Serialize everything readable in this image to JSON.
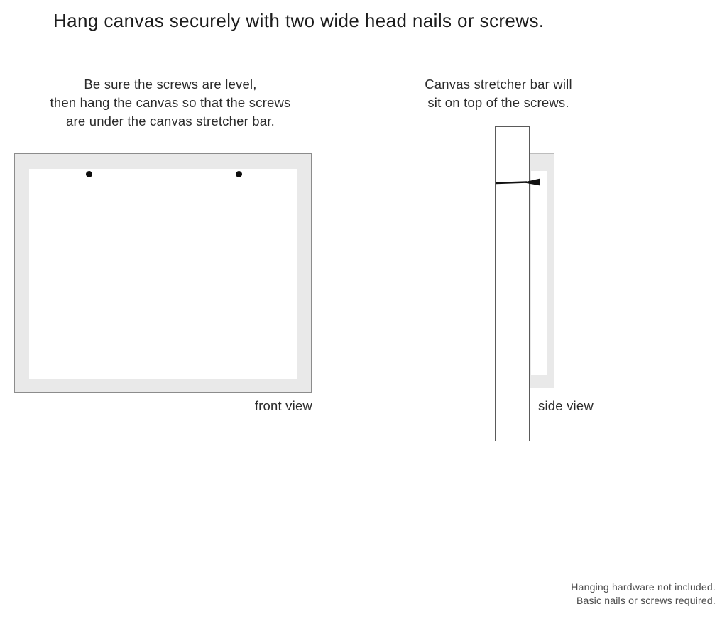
{
  "title": "Hang canvas securely with two wide head nails or screws.",
  "notes": {
    "front": [
      "Be sure the screws are level,",
      "then hang the canvas so that the screws",
      "are under the canvas stretcher bar."
    ],
    "side": [
      "Canvas stretcher bar will",
      "sit on top of the screws."
    ]
  },
  "labels": {
    "front_view": "front view",
    "side_view": "side view"
  },
  "footer": [
    "Hanging hardware not included.",
    "Basic nails or screws required."
  ],
  "colors": {
    "canvas_edge_gray": "#e9e9e9",
    "ink": "#1c1c1c",
    "footer_text": "#4c4c4c",
    "screw_black": "#0d0d0d"
  }
}
